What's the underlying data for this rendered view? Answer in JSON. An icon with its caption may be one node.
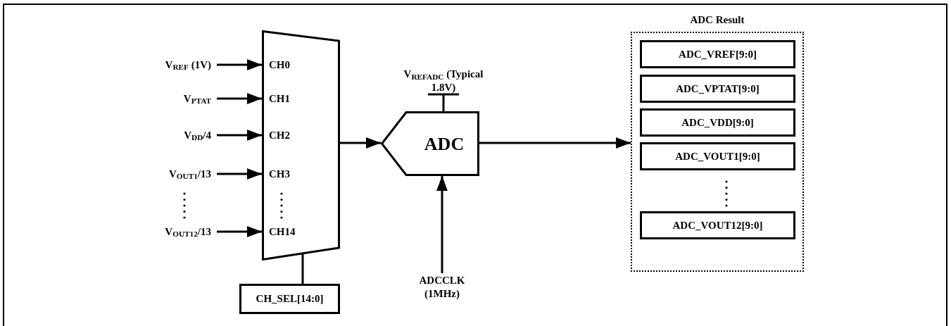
{
  "diagram": {
    "nodes": [
      {
        "text": [
          "V$_{REF}$ (1V)"
        ]
      },
      {
        "text": [
          "V$_{PTAT}$"
        ]
      },
      {
        "text": [
          "V$_{DD}$/4"
        ]
      },
      {
        "text": [
          "V$_{OUT1}$/13"
        ]
      },
      {
        "text": [
          "V$_{OUT12}$/13"
        ]
      },
      {
        "text": [
          "CH0",
          "CH1",
          "CH2",
          "CH3",
          "CH14"
        ]
      },
      {
        "text": [
          "CH_SEL[14:0]"
        ]
      },
      {
        "text": [
          "V$_{REFADC}$ (Typical 1.8V)"
        ]
      },
      {
        "text": [
          "ADC"
        ]
      },
      {
        "text": [
          "ADCCLK (1MHz)"
        ]
      },
      {
        "text": [
          "ADC Result"
        ]
      },
      {
        "text": [
          "ADC_VREF[9:0]"
        ],
        "in": 10
      },
      {
        "text": [
          "ADC_VPTAT[9:0]"
        ],
        "in": 10
      },
      {
        "text": [
          "ADC_VDD[9:0]"
        ],
        "in": 10
      },
      {
        "text": [
          "ADC_VOUT1[9:0]"
        ],
        "in": 10
      },
      {
        "text": [
          "ADC_VOUT12[9:0]"
        ],
        "in": 10
      }
    ],
    "edges": [
      {
        "from": 0,
        "to": 5,
        "arrow": "to"
      },
      {
        "from": 1,
        "to": 5,
        "arrow": "to"
      },
      {
        "from": 2,
        "to": 5,
        "arrow": "to"
      },
      {
        "from": 3,
        "to": 5,
        "arrow": "to"
      },
      {
        "from": 4,
        "to": 5,
        "arrow": "to"
      },
      {
        "from": 5,
        "to": 6,
        "arrow": "none"
      },
      {
        "from": 5,
        "to": 8,
        "arrow": "to"
      },
      {
        "from": 7,
        "to": 8,
        "arrow": "other"
      },
      {
        "from": 9,
        "to": 8,
        "arrow": "to"
      },
      {
        "from": 8,
        "to": 10,
        "arrow": "to"
      }
    ]
  }
}
